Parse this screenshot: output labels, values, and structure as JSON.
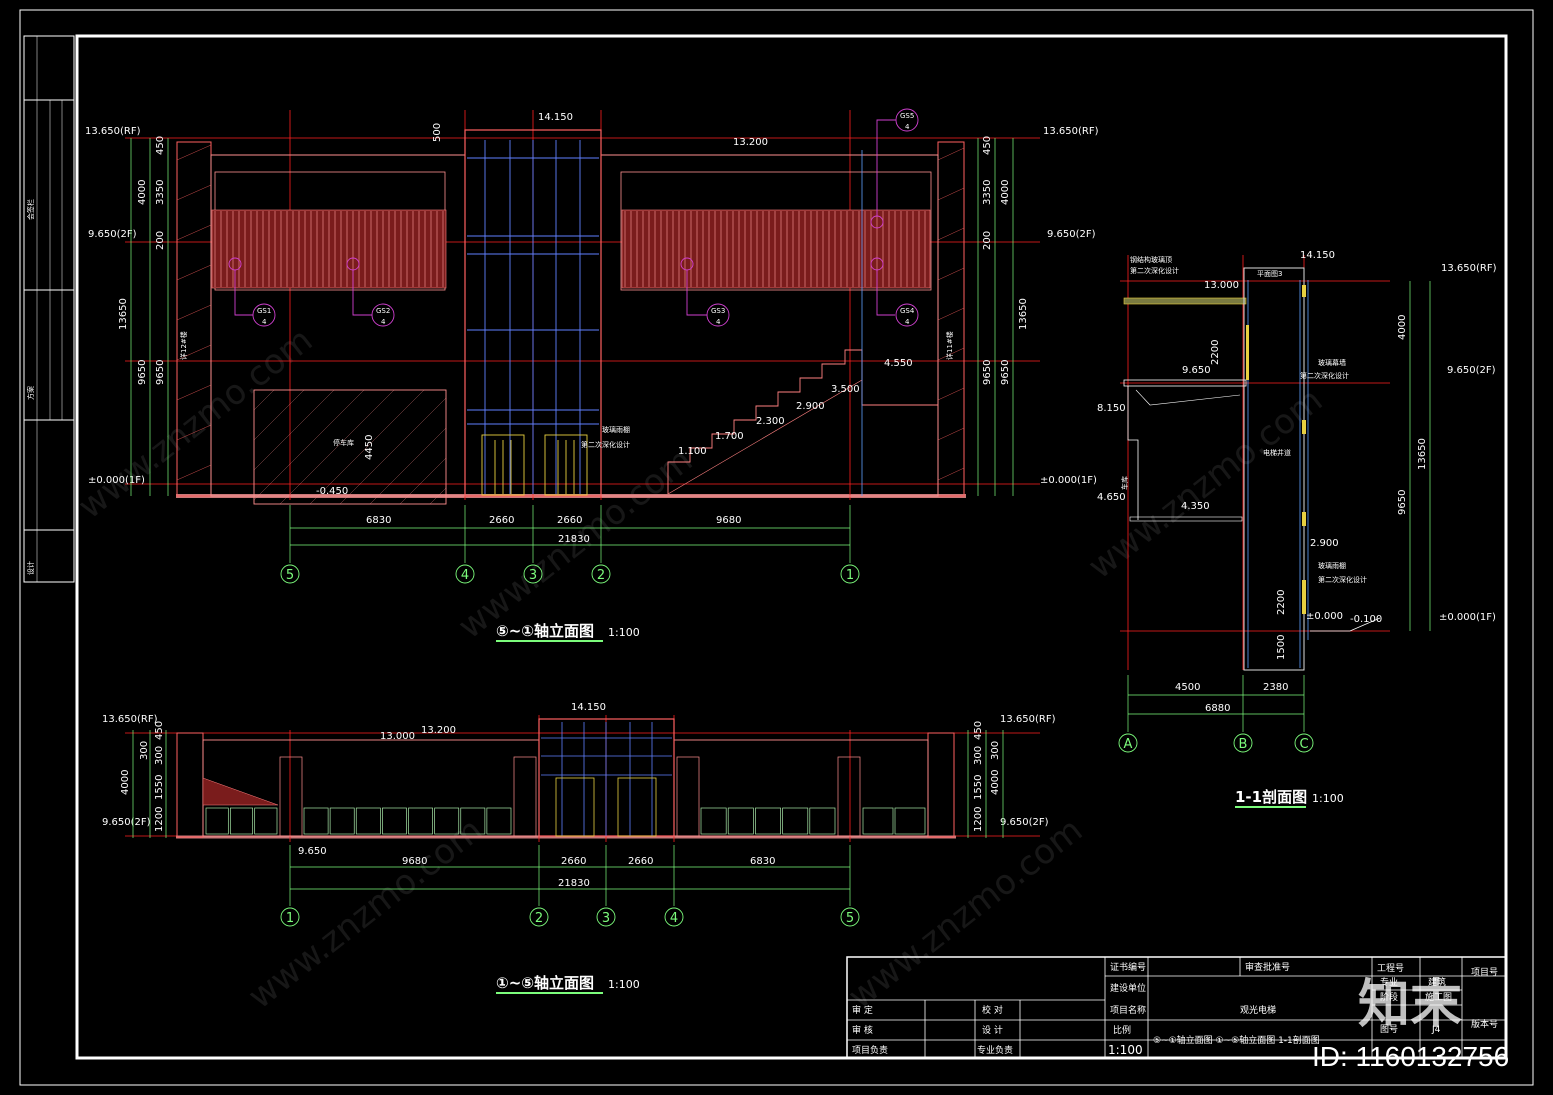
{
  "drawing": {
    "elevation_a": {
      "title": "⑤~①轴立面图",
      "scale": "1:100",
      "levels_left": [
        "13.650(RF)",
        "9.650(2F)",
        "±0.000(1F)"
      ],
      "levels_right": [
        "13.650(RF)",
        "9.650(2F)",
        "±0.000(1F)"
      ],
      "elev_top": "14.150",
      "elev_roof": "13.200",
      "stair_levels": [
        "4.550",
        "3.500",
        "2.900",
        "2.300",
        "1.700",
        "1.100"
      ],
      "pit": "-0.450",
      "pit_h": "4450",
      "vdims_left": [
        "450",
        "4000",
        "3350",
        "200",
        "13650",
        "9650",
        "9650"
      ],
      "vdims_right": [
        "450",
        "3350",
        "4000",
        "200",
        "13650",
        "9650",
        "9650"
      ],
      "top_dim": "500",
      "hdims": [
        "6830",
        "2660",
        "2660",
        "9680"
      ],
      "total": "21830",
      "axes": [
        "5",
        "4",
        "3",
        "2",
        "1"
      ],
      "callouts": [
        "GS1",
        "GS2",
        "GS3",
        "GS4",
        "GS5"
      ],
      "callout_sub": "4",
      "notes": [
        "停车库",
        "详12#楼",
        "详11#楼",
        "玻璃雨棚",
        "第二次深化设计"
      ]
    },
    "elevation_b": {
      "title": "①~⑤轴立面图",
      "scale": "1:100",
      "levels_left": [
        "13.650(RF)",
        "9.650(2F)"
      ],
      "levels_right": [
        "13.650(RF)",
        "9.650(2F)"
      ],
      "elev_top": "14.150",
      "elev_a": "13.000",
      "elev_b": "13.200",
      "elev_low": "9.650",
      "vdims": [
        "450",
        "300",
        "300",
        "4000",
        "1550",
        "1200"
      ],
      "hdims": [
        "9680",
        "2660",
        "2660",
        "6830"
      ],
      "total": "21830",
      "axes": [
        "1",
        "2",
        "3",
        "4",
        "5"
      ]
    },
    "section": {
      "title": "1-1剖面图",
      "scale": "1:100",
      "levels": [
        "14.150",
        "13.000",
        "9.650",
        "8.150",
        "4.650",
        "4.350",
        "2.900",
        "±0.000",
        "-0.100"
      ],
      "right_levels": [
        "13.650(RF)",
        "9.650(2F)",
        "±0.000(1F)"
      ],
      "vdims": [
        "4000",
        "13650",
        "9650",
        "2200",
        "2200",
        "1500"
      ],
      "hdims": [
        "4500",
        "2380"
      ],
      "total": "6880",
      "axes": [
        "A",
        "B",
        "C"
      ],
      "notes": [
        "钢结构玻璃顶",
        "第二次深化设计",
        "平面图3",
        "玻璃幕墙",
        "电梯井道",
        "车库",
        "玻璃雨棚"
      ]
    }
  },
  "side_strip": {
    "top_text": "会签栏",
    "mid_text": "方案",
    "bottom_text": "设计"
  },
  "title_block": {
    "cert_label": "证书编号",
    "approval_label": "审查批准号",
    "unit_label": "建设单位",
    "project_label": "项目名称",
    "project_name": "观光电梯",
    "scale_label": "比例",
    "scale_value": "1:100",
    "drawing_name": "⑤~①轴立面图 ①~⑤轴立面图 1-1剖面图",
    "stage_label": "工程号",
    "discipline_label": "专业",
    "discipline_value": "建筑",
    "status_label": "阶段",
    "status_value": "施工图",
    "drawing_no_label": "图号",
    "drawing_no_value": "J4",
    "project_no_label": "项目号",
    "version_label": "版本号",
    "rows": [
      {
        "a": "审 定",
        "b": "校 对"
      },
      {
        "a": "审 核",
        "b": "设 计"
      },
      {
        "a": "项目负责",
        "b": "专业负责"
      }
    ]
  },
  "branding": {
    "logo": "知末",
    "id_text": "ID: 1160132756",
    "watermark": "www.znzmo.com"
  }
}
